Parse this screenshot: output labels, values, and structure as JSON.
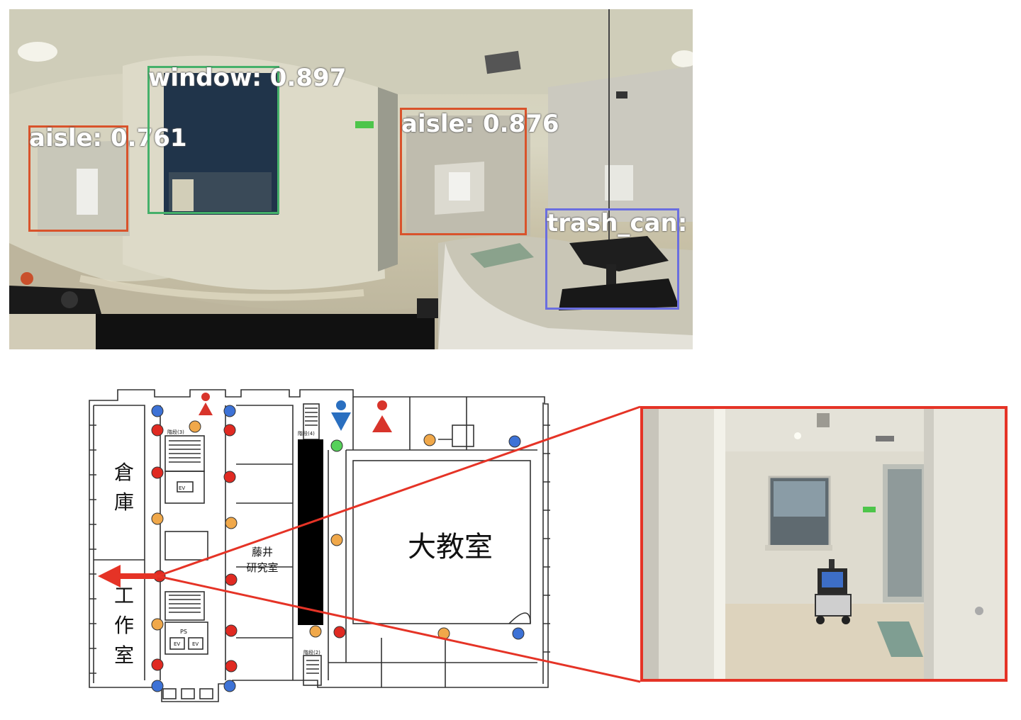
{
  "panorama": {
    "detections": [
      {
        "label": "aisle: 0.761",
        "class": "aisle",
        "score": 0.761,
        "color": "#d9532b"
      },
      {
        "label": "window: 0.897",
        "class": "window",
        "score": 0.897,
        "color": "#45b06a"
      },
      {
        "label": "aisle: 0.876",
        "class": "aisle",
        "score": 0.876,
        "color": "#d9532b"
      },
      {
        "label": "trash_can:",
        "class": "trash_can",
        "color": "#6a6ee0"
      }
    ]
  },
  "floorplan": {
    "rooms": {
      "storage_1": "倉",
      "storage_2": "庫",
      "large_classroom": "大教室",
      "lab_1": "藤井",
      "lab_2": "研究室",
      "workshop_1": "工",
      "workshop_2": "作",
      "workshop_3": "室"
    },
    "small_labels": {
      "stairs_top": "階段(4)",
      "stairs_left": "階段(3)",
      "stairs_bottom": "階段(2)",
      "ev": "EV",
      "ps": "PS"
    },
    "marker_colors": {
      "red": "#e02a22",
      "blue": "#3d72d6",
      "orange": "#f0a84a",
      "green": "#56d15a",
      "person_red": "#d8342b",
      "person_blue": "#2a6fc0"
    }
  },
  "inset": {
    "border_color": "#e53326"
  }
}
